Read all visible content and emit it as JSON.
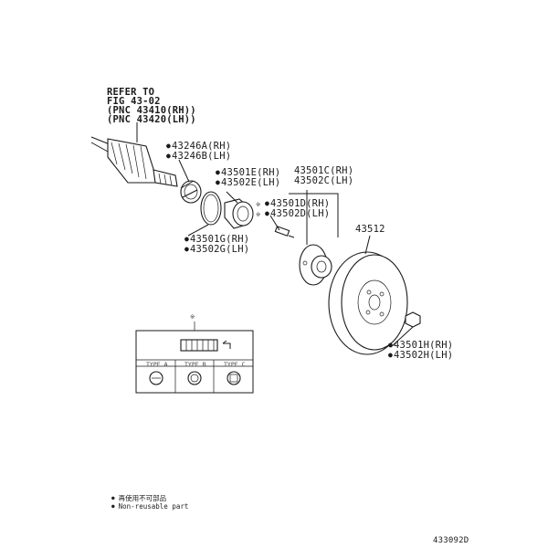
{
  "refer": {
    "line1": "REFER TO",
    "line2": "FIG 43-02",
    "line3": "(PNC 43410(RH))",
    "line4": "(PNC 43420(LH))"
  },
  "callouts": {
    "p43246a": "43246A(RH)",
    "p43246b": "43246B(LH)",
    "p43501e": "43501E(RH)",
    "p43502e": "43502E(LH)",
    "p43501c": "43501C(RH)",
    "p43502c": "43502C(LH)",
    "p43501d": "43501D(RH)",
    "p43502d": "43502D(LH)",
    "p43512": "43512",
    "p43501g": "43501G(RH)",
    "p43502g": "43502G(LH)",
    "p43501h": "43501H(RH)",
    "p43502h": "43502H(LH)"
  },
  "inset": {
    "header": "※",
    "type_a": "TYPE A",
    "type_b": "TYPE B",
    "type_c": "TYPE C"
  },
  "footnotes": {
    "line1": "再使用不可部品",
    "line2": "Non-reusable part"
  },
  "figure_id": "433092D"
}
